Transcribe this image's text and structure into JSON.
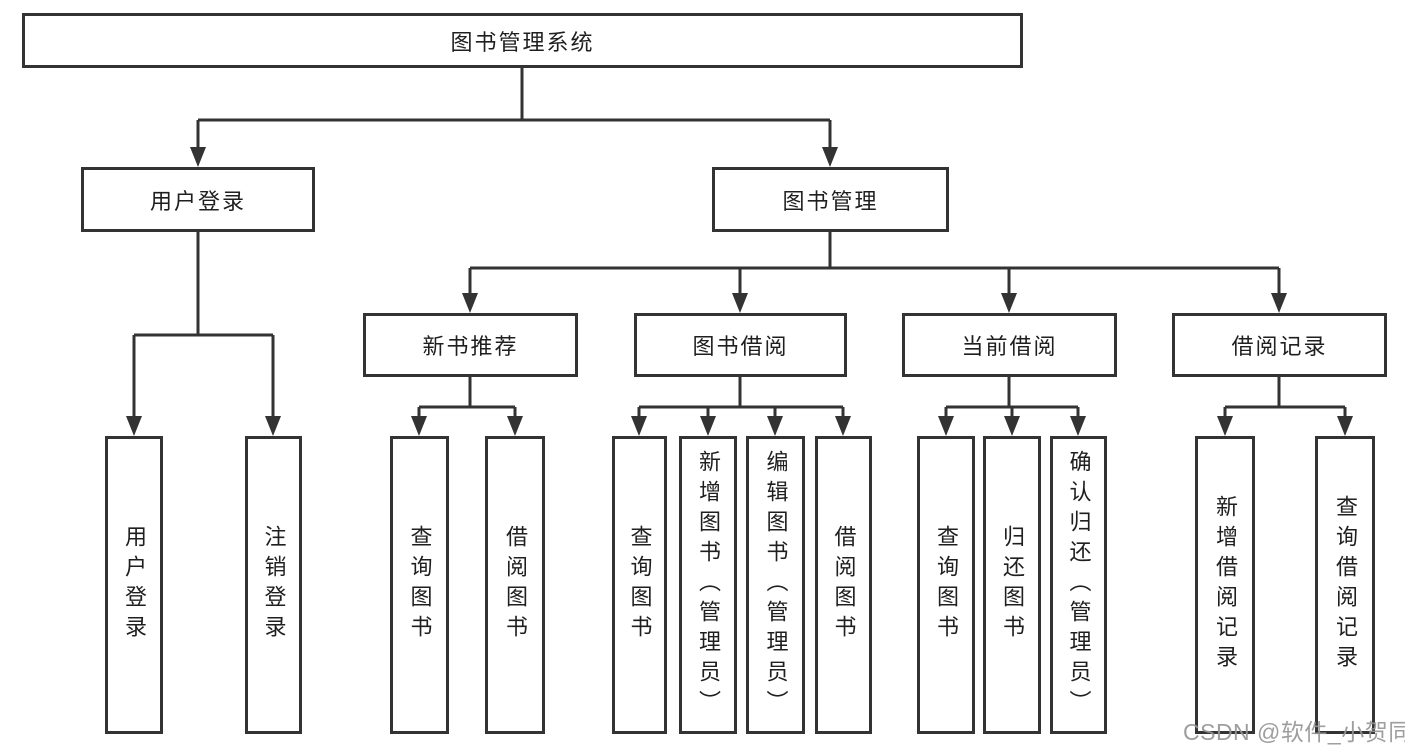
{
  "diagram": {
    "title": "图书管理系统",
    "type": "hierarchy-tree",
    "colors": {
      "line": "#333333",
      "box_border": "#333333",
      "box_fill": "#ffffff",
      "text": "#1f1f1f",
      "watermark": "#969696",
      "background": "#ffffff"
    },
    "tree": {
      "label": "图书管理系统",
      "children": [
        {
          "label": "用户登录",
          "children": [
            {
              "label": "用户登录"
            },
            {
              "label": "注销登录"
            }
          ]
        },
        {
          "label": "图书管理",
          "children": [
            {
              "label": "新书推荐",
              "children": [
                {
                  "label": "查询图书"
                },
                {
                  "label": "借阅图书"
                }
              ]
            },
            {
              "label": "图书借阅",
              "children": [
                {
                  "label": "查询图书"
                },
                {
                  "label": "新增图书（管理员）"
                },
                {
                  "label": "编辑图书（管理员）"
                },
                {
                  "label": "借阅图书"
                }
              ]
            },
            {
              "label": "当前借阅",
              "children": [
                {
                  "label": "查询图书"
                },
                {
                  "label": "归还图书"
                },
                {
                  "label": "确认归还（管理员）"
                }
              ]
            },
            {
              "label": "借阅记录",
              "children": [
                {
                  "label": "新增借阅记录"
                },
                {
                  "label": "查询借阅记录"
                }
              ]
            }
          ]
        }
      ]
    },
    "watermark": {
      "text": "CSDN @软件_小贺同学"
    }
  }
}
